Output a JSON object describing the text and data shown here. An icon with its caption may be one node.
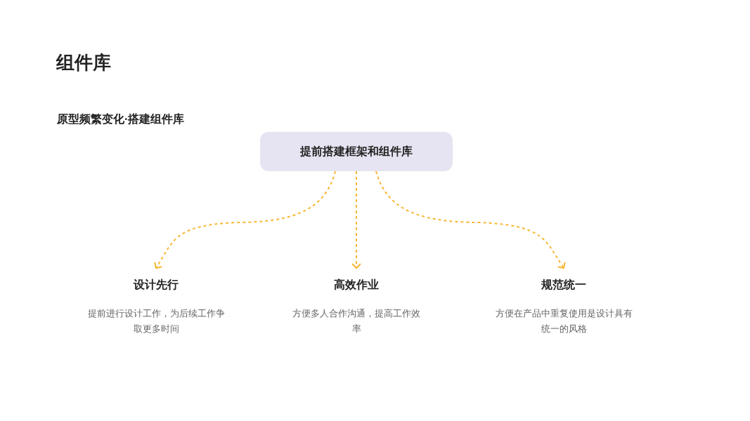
{
  "diagram": {
    "title": "组件库",
    "nodes": [
      {
        "text": [
          "提前搭建框架和组件库"
        ]
      },
      {
        "text": [
          "设计先行",
          "提前进行设计工作，为后续工作争取更多时间"
        ]
      },
      {
        "text": [
          "高效作业",
          "方便多人合作沟通，提高工作效率"
        ]
      },
      {
        "text": [
          "规范统一",
          "方便在产品中重复使用是设计具有统一的风格"
        ]
      }
    ],
    "edges": [
      {
        "from": 0,
        "to": 1,
        "arrow": "to",
        "style": "dashed",
        "color": "#f7b733"
      },
      {
        "from": 0,
        "to": 2,
        "arrow": "to",
        "style": "dashed",
        "color": "#f7b733"
      },
      {
        "from": 0,
        "to": 3,
        "arrow": "to",
        "style": "dashed",
        "color": "#f7b733"
      }
    ],
    "labels": [
      "原型频繁变化·搭建组件库"
    ]
  }
}
